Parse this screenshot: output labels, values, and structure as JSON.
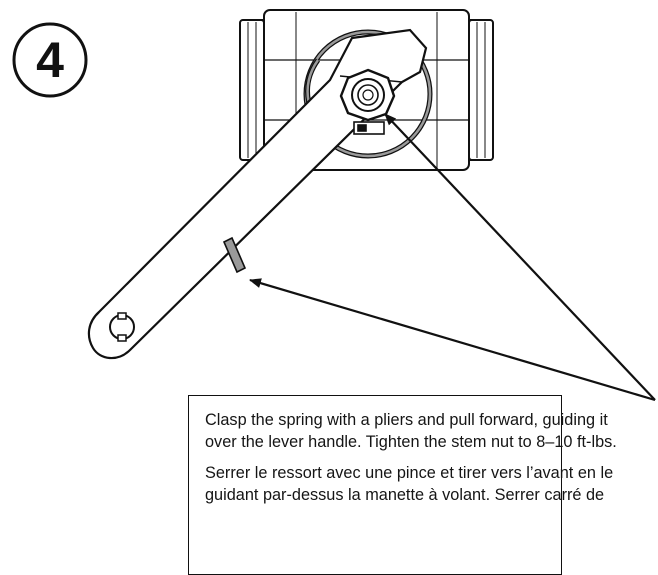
{
  "step": {
    "number": "4"
  },
  "instructions": {
    "english": "Clasp the spring with a pliers and pull forward, guiding it over the lever handle. Tighten the stem nut to 8–10 ft-lbs.",
    "french": "Serrer le ressort avec une pince et tirer vers l’avant en le guidant par-dessus la manette à volant. Serrer carré de"
  },
  "colors": {
    "line": "#111111",
    "spring_gray": "#8a8a8a",
    "background": "#ffffff"
  }
}
